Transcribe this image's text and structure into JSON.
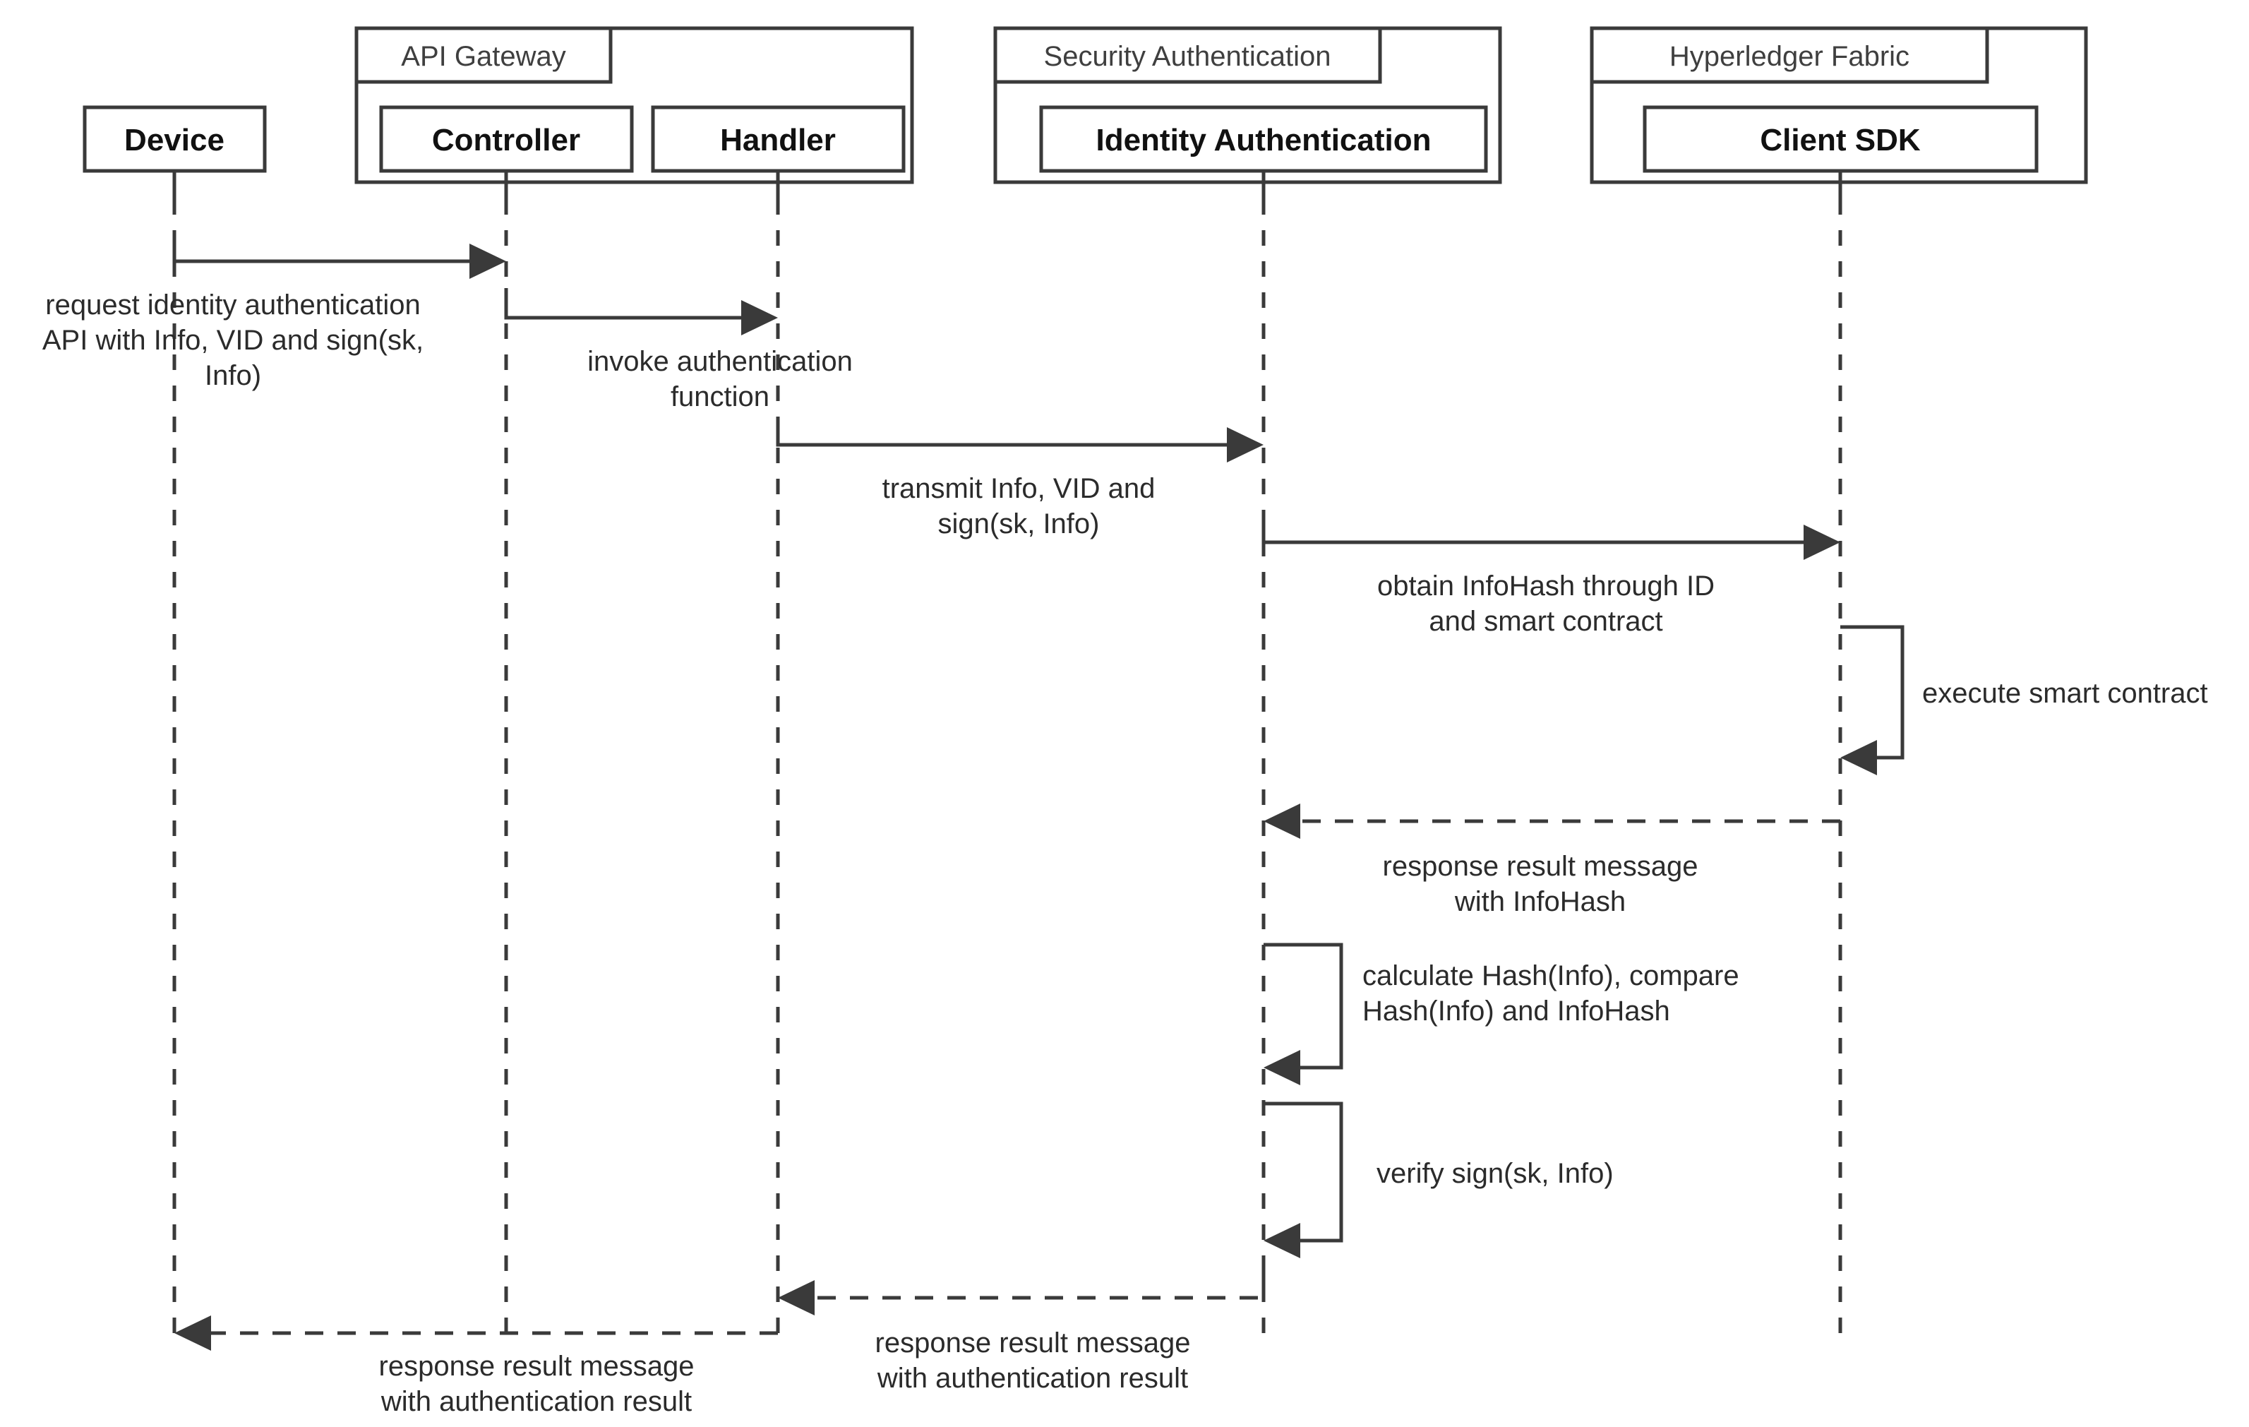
{
  "diagram": {
    "type": "uml-sequence-diagram",
    "title": "Identity Authentication Sequence Diagram",
    "background_color": "#ffffff",
    "line_color": "#3a3a3a",
    "text_color": "#2b2b2b"
  },
  "groups": [
    {
      "id": "api-gateway",
      "label": "API Gateway"
    },
    {
      "id": "security-authentication",
      "label": "Security Authentication"
    },
    {
      "id": "hyperledger-fabric",
      "label": "Hyperledger Fabric"
    }
  ],
  "actors": [
    {
      "id": "device",
      "label": "Device",
      "group": null
    },
    {
      "id": "controller",
      "label": "Controller",
      "group": "api-gateway"
    },
    {
      "id": "handler",
      "label": "Handler",
      "group": "api-gateway"
    },
    {
      "id": "identity-authentication",
      "label": "Identity Authentication",
      "group": "security-authentication"
    },
    {
      "id": "client-sdk",
      "label": "Client SDK",
      "group": "hyperledger-fabric"
    }
  ],
  "messages": [
    {
      "id": "m1",
      "from": "device",
      "to": "controller",
      "style": "solid",
      "direction": "right",
      "label_lines": [
        "request identity authentication",
        "API with Info, VID and sign(sk,",
        "Info)"
      ]
    },
    {
      "id": "m2",
      "from": "controller",
      "to": "handler",
      "style": "solid",
      "direction": "right",
      "label_lines": [
        "invoke authentication",
        "function"
      ]
    },
    {
      "id": "m3",
      "from": "handler",
      "to": "identity-authentication",
      "style": "solid",
      "direction": "right",
      "label_lines": [
        "transmit Info, VID and",
        "sign(sk, Info)"
      ]
    },
    {
      "id": "m4",
      "from": "identity-authentication",
      "to": "client-sdk",
      "style": "solid",
      "direction": "right",
      "label_lines": [
        "obtain InfoHash through ID",
        "and smart contract"
      ]
    },
    {
      "id": "m5",
      "from": "client-sdk",
      "to": "client-sdk",
      "style": "solid",
      "direction": "self",
      "label_lines": [
        "execute smart contract"
      ]
    },
    {
      "id": "m6",
      "from": "client-sdk",
      "to": "identity-authentication",
      "style": "dashed",
      "direction": "left",
      "label_lines": [
        "response result message",
        "with InfoHash"
      ]
    },
    {
      "id": "m7",
      "from": "identity-authentication",
      "to": "identity-authentication",
      "style": "solid",
      "direction": "self",
      "label_lines": [
        "calculate Hash(Info), compare",
        "Hash(Info) and InfoHash"
      ]
    },
    {
      "id": "m8",
      "from": "identity-authentication",
      "to": "identity-authentication",
      "style": "solid",
      "direction": "self",
      "label_lines": [
        "verify sign(sk, Info)"
      ]
    },
    {
      "id": "m9",
      "from": "identity-authentication",
      "to": "handler",
      "style": "dashed",
      "direction": "left",
      "label_lines": [
        "response result message",
        "with authentication result"
      ]
    },
    {
      "id": "m10",
      "from": "handler",
      "to": "device",
      "style": "dashed",
      "direction": "left",
      "label_lines": [
        "response result message",
        "with authentication result"
      ]
    }
  ],
  "labels": {
    "grp_api_gateway": "API Gateway",
    "grp_security_authentication": "Security Authentication",
    "grp_hyperledger_fabric": "Hyperledger Fabric",
    "actor_device": "Device",
    "actor_controller": "Controller",
    "actor_handler": "Handler",
    "actor_identity_authentication": "Identity Authentication",
    "actor_client_sdk": "Client SDK",
    "m1_l1": "request identity authentication",
    "m1_l2": "API with Info, VID and sign(sk,",
    "m1_l3": "Info)",
    "m2_l1": "invoke authentication",
    "m2_l2": "function",
    "m3_l1": "transmit Info, VID and",
    "m3_l2": "sign(sk, Info)",
    "m4_l1": "obtain InfoHash through ID",
    "m4_l2": "and smart contract",
    "m5_l1": "execute smart contract",
    "m6_l1": "response result message",
    "m6_l2": "with InfoHash",
    "m7_l1": "calculate Hash(Info), compare",
    "m7_l2": "Hash(Info) and InfoHash",
    "m8_l1": "verify sign(sk, Info)",
    "m9_l1": "response result message",
    "m9_l2": "with authentication result",
    "m10_l1": "response result message",
    "m10_l2": "with authentication result"
  }
}
